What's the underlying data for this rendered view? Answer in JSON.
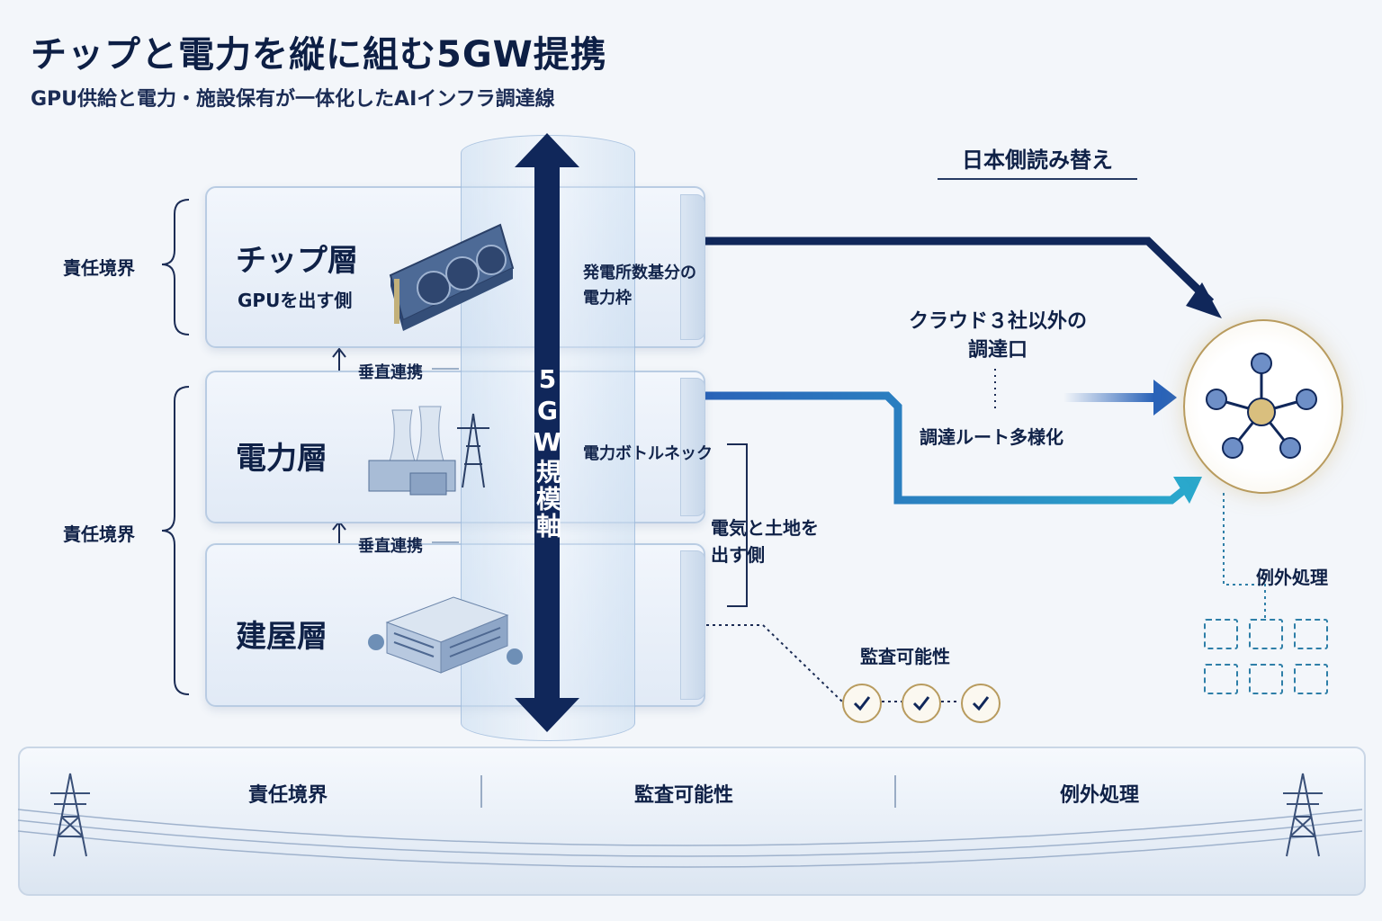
{
  "header": {
    "title": "チップと電力を縦に組む5GW提携",
    "subtitle": "GPU供給と電力・施設保有が一体化したAIインフラ調達線"
  },
  "axis": {
    "label": "5GW規模軸"
  },
  "layers": [
    {
      "title": "チップ層",
      "subtitle": "GPUを出す側",
      "note": "発電所数基分の\n電力枠"
    },
    {
      "title": "電力層",
      "note": "電力ボトルネック"
    },
    {
      "title": "建屋層"
    }
  ],
  "left": {
    "boundary_top": "責任境界",
    "boundary_bottom": "責任境界",
    "link_1": "垂直連携",
    "link_2": "垂直連携"
  },
  "power_land_label": "電気と土地を\n出す側",
  "right": {
    "heading": "日本側読み替え",
    "cloud_label": "クラウド３社以外の\n調達口",
    "diversify_label": "調達ルート多様化",
    "exception_label": "例外処理",
    "audit_label": "監査可能性"
  },
  "bottom_band": {
    "items": [
      "責任境界",
      "監査可能性",
      "例外処理"
    ]
  },
  "colors": {
    "navy": "#10275a",
    "blue": "#2a6fc0",
    "teal": "#2a9ac4",
    "gold": "#b89b5e",
    "background": "#f3f6fa"
  },
  "icons": [
    "gpu-card-icon",
    "power-plant-icon",
    "building-icon",
    "network-hub-icon",
    "check-icon",
    "transmission-tower-icon"
  ]
}
